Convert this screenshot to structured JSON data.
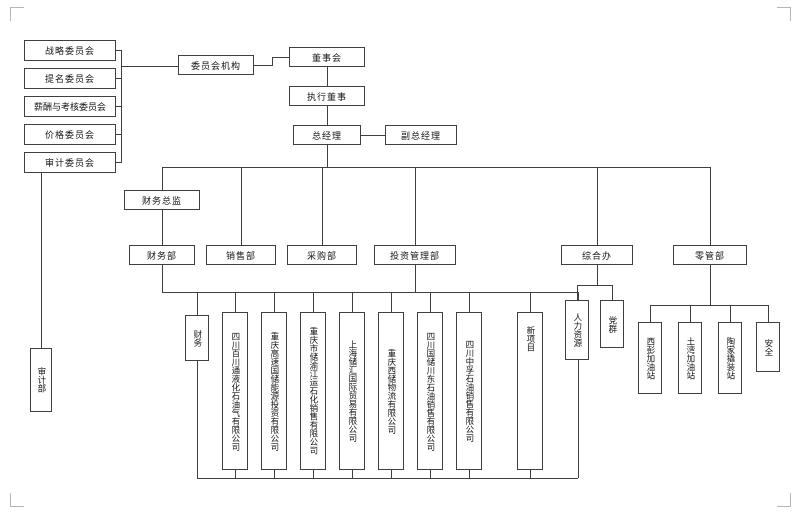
{
  "nodes": {
    "strategy_committee": {
      "label": "战略委员会"
    },
    "nomination_committee": {
      "label": "提名委员会"
    },
    "remuneration_committee": {
      "label": "薪酬与考核委员会"
    },
    "price_committee": {
      "label": "价格委员会"
    },
    "audit_committee": {
      "label": "审计委员会"
    },
    "committee_org": {
      "label": "委员会机构"
    },
    "board_of_directors": {
      "label": "董事会"
    },
    "executive_director": {
      "label": "执行董事"
    },
    "general_manager": {
      "label": "总经理"
    },
    "deputy_general_manager": {
      "label": "副总经理"
    },
    "finance_director": {
      "label": "财务总监"
    },
    "finance_dept": {
      "label": "财务部"
    },
    "sales_dept": {
      "label": "销售部"
    },
    "procurement_dept": {
      "label": "采购部"
    },
    "investment_mgmt_dept": {
      "label": "投资管理部"
    },
    "general_office": {
      "label": "综合办"
    },
    "retail_mgmt_dept": {
      "label": "零管部"
    },
    "audit_dept": {
      "label": "审计部"
    },
    "finance": {
      "label": "财务"
    },
    "subsidiary_1": {
      "label": "四川百川通液化石油气有限公司"
    },
    "subsidiary_2": {
      "label": "重庆高速国储能源投资有限公司"
    },
    "subsidiary_3": {
      "label": "重庆市储渝江运石化销售有限公司"
    },
    "subsidiary_4": {
      "label": "上海储汇国际贸易有限公司"
    },
    "subsidiary_5": {
      "label": "重庆西储物流有限公司"
    },
    "subsidiary_6": {
      "label": "四川国储川东石油销售有限公司"
    },
    "subsidiary_7": {
      "label": "四川中孚石油销售有限公司"
    },
    "new_project": {
      "label": "新项目"
    },
    "human_resources": {
      "label": "人力资源"
    },
    "party_group": {
      "label": "党群"
    },
    "xipeng_gas_station": {
      "label": "西彭加油站"
    },
    "tuwan_gas_station": {
      "label": "土湾加油站"
    },
    "taojia_skid_station": {
      "label": "陶家撬装站"
    },
    "safety": {
      "label": "安全"
    }
  },
  "colors": {
    "line": "#3f3f3f",
    "box_border": "#3f3f3f",
    "text": "#141414",
    "background": "#ffffff",
    "crop_mark": "#b5b5b5"
  }
}
